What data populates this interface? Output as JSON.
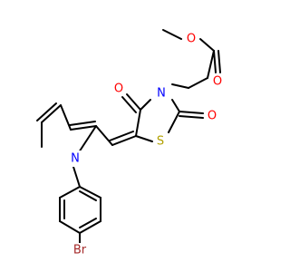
{
  "molecule": {
    "atoms": {
      "o_methoxy": {
        "symbol": "O",
        "color": "#ff0000"
      },
      "o_carbonyl_ester": {
        "symbol": "O",
        "color": "#ff0000"
      },
      "n_thiazolidine": {
        "symbol": "N",
        "color": "#0000ff"
      },
      "o_carbonyl_4": {
        "symbol": "O",
        "color": "#ff0000"
      },
      "o_carbonyl_2": {
        "symbol": "O",
        "color": "#ff0000"
      },
      "s_thiazolidine": {
        "symbol": "S",
        "color": "#b2a100"
      },
      "n_pyrrole": {
        "symbol": "N",
        "color": "#0000ff"
      },
      "br": {
        "symbol": "Br",
        "color": "#a52a2a"
      }
    }
  }
}
